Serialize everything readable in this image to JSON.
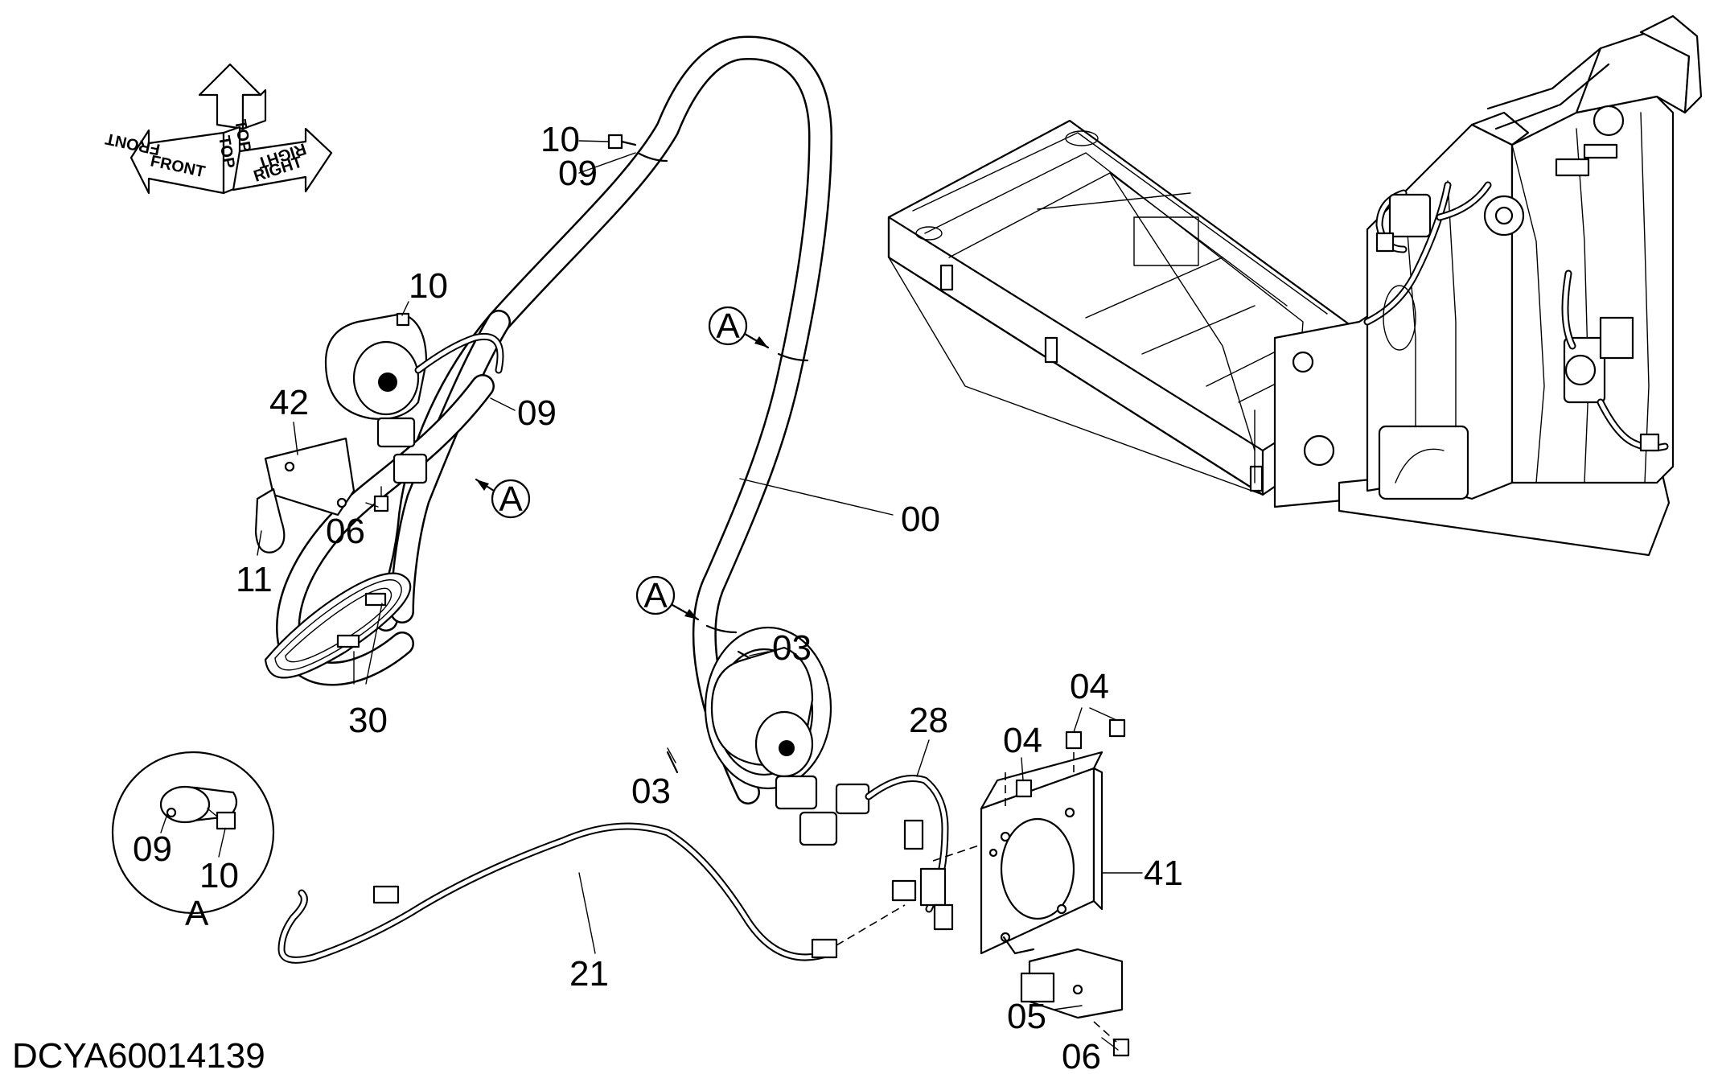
{
  "drawing_id": "DCYA60014139",
  "orientation": {
    "top_label": "TOP",
    "front_label": "FRONT",
    "right_label": "RIGHT"
  },
  "callouts": {
    "c10_top": "10",
    "c09_top": "09",
    "c10_left": "10",
    "c42": "42",
    "c09_mid": "09",
    "c06_left": "06",
    "c11": "11",
    "c30": "30",
    "c00": "00",
    "c03_upper": "03",
    "c03_lower": "03",
    "c28": "28",
    "c04_upper": "04",
    "c04_lower": "04",
    "c41": "41",
    "c21": "21",
    "c05": "05",
    "c06_bottom": "06",
    "detail_09": "09",
    "detail_10": "10"
  },
  "view_markers": {
    "a1": "A",
    "a2": "A",
    "a3": "A"
  },
  "detail_view": {
    "label": "A"
  }
}
